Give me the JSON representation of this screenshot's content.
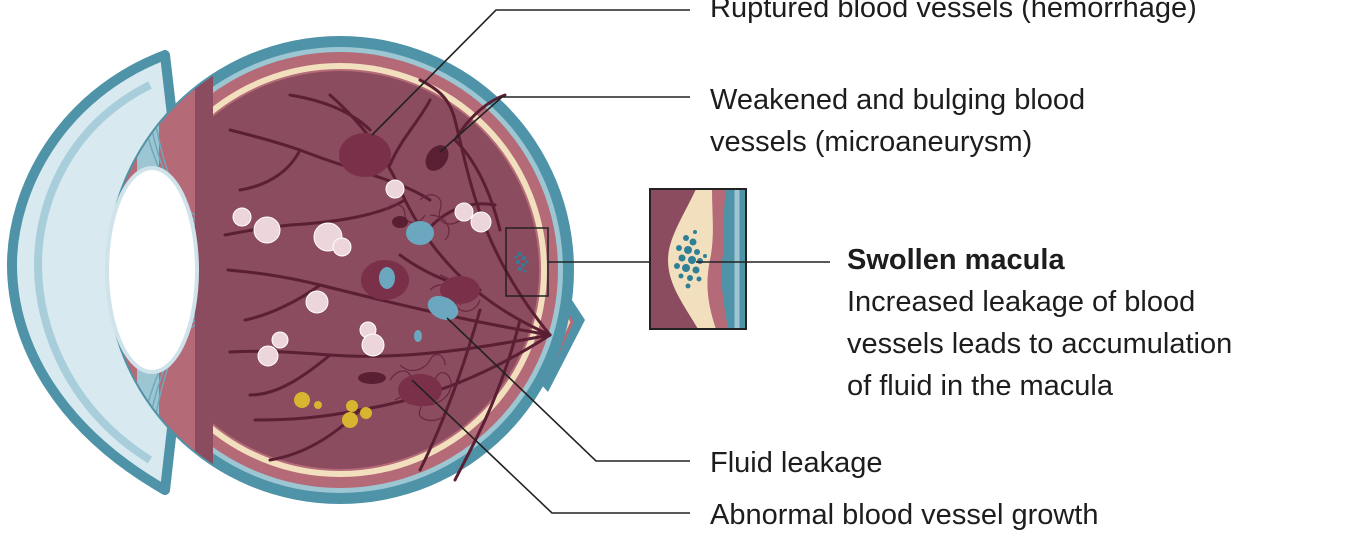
{
  "labels": {
    "hemorrhage": "Ruptured blood vessels (hemorrhage)",
    "microaneurysm_line1": "Weakened and bulging blood",
    "microaneurysm_line2": "vessels (microaneurysm)",
    "macula_title": "Swollen macula",
    "macula_line1": "Increased leakage of blood",
    "macula_line2": "vessels leads to accumulation",
    "macula_line3": "of fluid in the macula",
    "fluid_leakage": "Fluid leakage",
    "abnormal_growth": "Abnormal blood vessel growth"
  },
  "colors": {
    "sclera_outer": "#4f93a8",
    "retina_band": "#b56a78",
    "choroid_line": "#f1dfbd",
    "vitreous_interior": "#8a4c5e",
    "vessel": "#5a1f33",
    "hemorrhage_patch": "#7a3049",
    "fluid_blue": "#6ba8bf",
    "cotton_wool_spot": "#ecd6dc",
    "hard_exudate": "#d8b530",
    "cornea": "#d8e9ef",
    "lens": "#ffffff",
    "optic_nerve": "#f1dfbd",
    "leader_line": "#222222"
  }
}
